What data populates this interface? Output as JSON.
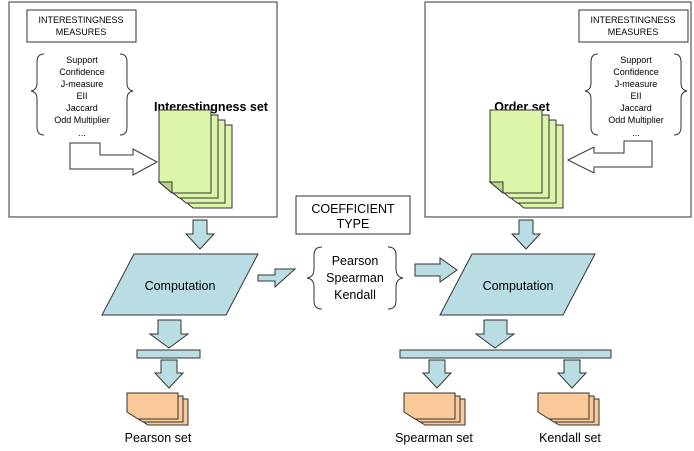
{
  "left_panel": {
    "header": [
      "INTERESTINGNESS",
      "MEASURES"
    ],
    "measures": [
      "Support",
      "Confidence",
      "J-measure",
      "EII",
      "Jaccard",
      "Odd Multiplier",
      "..."
    ],
    "set_label": "Interestingness set"
  },
  "right_panel": {
    "header": [
      "INTERESTINGNESS",
      "MEASURES"
    ],
    "measures": [
      "Support",
      "Confidence",
      "J-measure",
      "EII",
      "Jaccard",
      "Odd Multiplier",
      "..."
    ],
    "set_label": "Order set"
  },
  "coefficient": {
    "title": [
      "COEFFICIENT",
      "TYPE"
    ],
    "types": [
      "Pearson",
      "Spearman",
      "Kendall"
    ]
  },
  "computation_left": "Computation",
  "computation_right": "Computation",
  "outputs": {
    "pearson": "Pearson set",
    "spearman": "Spearman set",
    "kendall": "Kendall set"
  },
  "colors": {
    "doc_fill": "#dcf5a8",
    "output_fill": "#f9c99a",
    "flow_fill": "#b9dde2",
    "stroke": "#333333"
  }
}
